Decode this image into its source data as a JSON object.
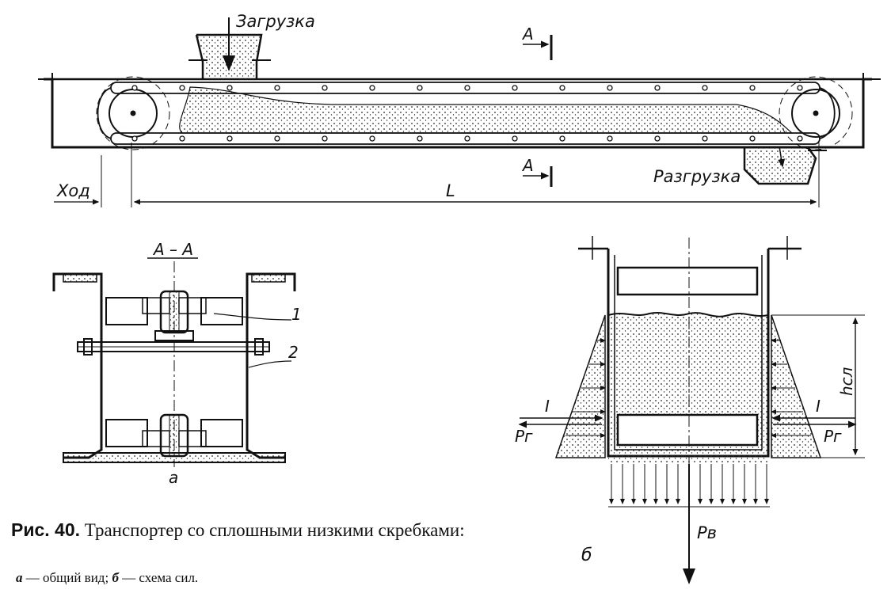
{
  "labels": {
    "loading": "Загрузка",
    "unloading": "Разгрузка",
    "section_mark": "А",
    "section_title": "А – А",
    "stroke": "Ход",
    "length": "L",
    "part_1": "1",
    "part_2": "2",
    "view_a": "а",
    "view_b": "б",
    "force_i": "I",
    "force_pg": "Pг",
    "force_pv": "Pв",
    "layer_height": "hсл"
  },
  "caption": {
    "figure_number": "Рис. 40.",
    "title": "Транспортер со сплошными низкими скребками:",
    "legend_a_letter": "а",
    "legend_a_text": " — общий вид; ",
    "legend_b_letter": "б",
    "legend_b_text": " — схема сил."
  }
}
